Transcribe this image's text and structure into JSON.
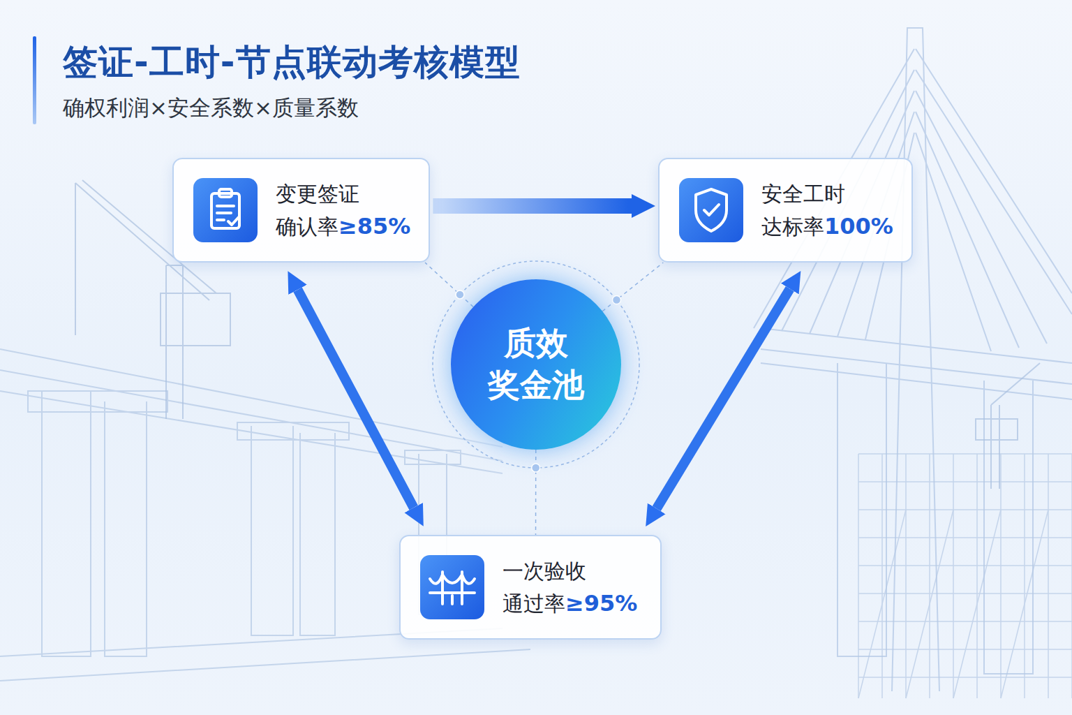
{
  "diagram": {
    "title": "签证-工时-节点联动考核模型",
    "nodes": [
      {
        "text": [
          "变更签证",
          "确认率",
          "≥85%"
        ]
      },
      {
        "text": [
          "安全工时",
          "达标率",
          "100%"
        ]
      },
      {
        "text": [
          "质效 奖金池"
        ]
      },
      {
        "text": [
          "一次验收",
          "通过率",
          "≥95%"
        ]
      }
    ],
    "edges": [
      {
        "from": 0,
        "to": 1,
        "arrow": "to"
      },
      {
        "from": 0,
        "to": 3,
        "arrow": "both"
      },
      {
        "from": 1,
        "to": 3,
        "arrow": "both"
      },
      {
        "from": 2,
        "to": 0,
        "arrow": "none"
      },
      {
        "from": 2,
        "to": 1,
        "arrow": "none"
      },
      {
        "from": 2,
        "to": 3,
        "arrow": "none"
      }
    ],
    "labels": [
      "确权利润×安全系数×质量系数"
    ]
  }
}
